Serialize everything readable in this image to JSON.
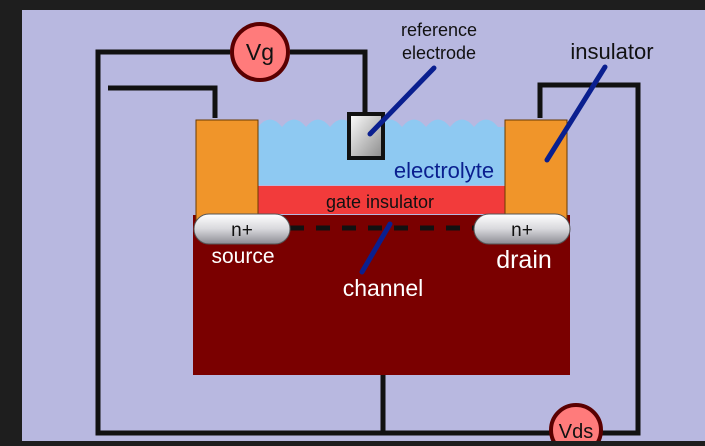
{
  "diagram": {
    "labels": {
      "vg": "Vg",
      "reference_electrode_line1": "reference",
      "reference_electrode_line2": "electrode",
      "insulator": "insulator",
      "electrolyte": "electrolyte",
      "gate_insulator": "gate insulator",
      "n_plus_source": "n+",
      "n_plus_drain": "n+",
      "source": "source",
      "drain": "drain",
      "channel": "channel",
      "vds": "Vds"
    },
    "colors": {
      "frame_background": "#1e1e1e",
      "panel_background": "#b8b8e0",
      "substrate": "#7a0000",
      "insulator": "#f0952a",
      "electrolyte": "#8ec9f2",
      "gate_insulator": "#f23b3b",
      "meter_fill": "#ff7b7b",
      "meter_stroke": "#5a0000",
      "wire": "#111111",
      "pointer": "#0a1f8f",
      "white_text": "#ffffff"
    },
    "icons": {
      "reference_electrode": "reference-electrode-icon",
      "vg_meter": "voltmeter-icon",
      "vds_meter": "voltmeter-icon"
    }
  }
}
